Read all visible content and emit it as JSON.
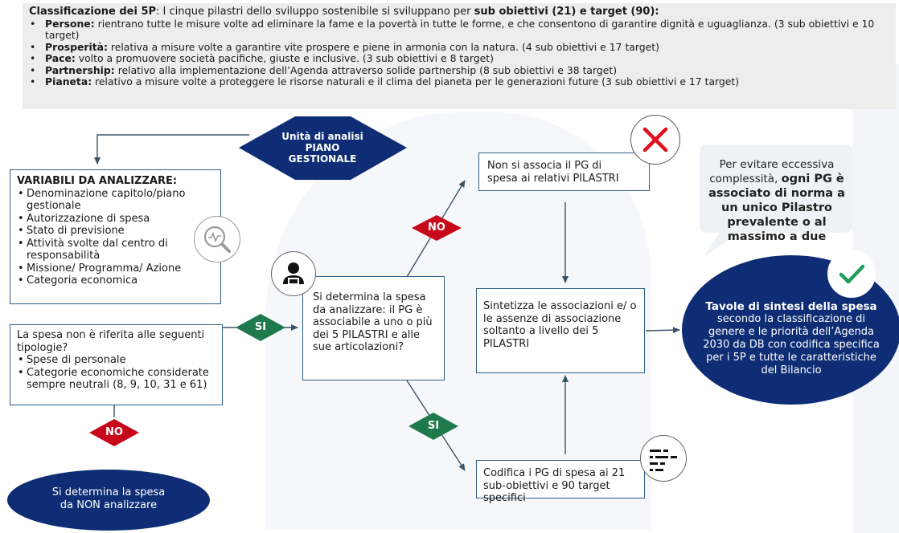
{
  "info": {
    "title_strong": "Classificazione dei 5P",
    "title_mid": ": I cinque pilastri dello sviluppo sostenibile si sviluppano per ",
    "title_strong2": "sub obiettivi (21) e target (90):",
    "items": [
      {
        "head": "Persone:",
        "text": " rientrano tutte le misure volte ad eliminare la fame e la povertà in tutte le forme, e che consentono di garantire dignità e uguaglianza. (3 sub obiettivi e 10 target)"
      },
      {
        "head": "Prosperità:",
        "text": " relativa a misure volte a garantire vite prospere e piene in armonia con la natura. (4 sub obiettivi e 17 target)"
      },
      {
        "head": "Pace:",
        "text": " volto a promuovere società pacifiche, giuste e inclusive. (3 sub obiettivi e 8 target)"
      },
      {
        "head": "Partnership:",
        "text": " relativo alla implementazione dell’Agenda attraverso solide partnership (8 sub obiettivi e 38 target)"
      },
      {
        "head": "Pianeta:",
        "text": " relativo a misure volte a proteggere le risorse naturali e il clima del pianeta per le generazioni future (3 sub obiettivi e 17 target)"
      }
    ]
  },
  "unit": {
    "line1": "Unità di analisi",
    "line2": "PIANO",
    "line3": "GESTIONALE"
  },
  "variables": {
    "title": "VARIABILI DA ANALIZZARE:",
    "items": [
      "Denominazione capitolo/piano gestionale",
      "Autorizzazione di spesa",
      "Stato di previsione",
      "Attività svolte dal centro di responsabilità",
      "Missione/ Programma/ Azione",
      "Categoria economica"
    ]
  },
  "exclusion": {
    "text": "La spesa non è riferita alle seguenti tipologie?",
    "items": [
      "Spese di personale",
      "Categorie economiche considerate sempre neutrali (8, 9, 10, 31 e 61)"
    ]
  },
  "determine": {
    "text": "Si determina la spesa da analizzare: il PG è associabile a uno o più dei 5 PILASTRI e alle sue articolazioni?"
  },
  "no_assoc": {
    "text": "Non si associa il PG di spesa ai relativi PILASTRI"
  },
  "synth": {
    "text": "Sintetizza le associazioni e/ o le assenze di associazione soltanto a livello dei 5 PILASTRI"
  },
  "codifica": {
    "text": "Codifica i PG di spesa ai 21 sub-obiettivi e 90 target specifici"
  },
  "note": {
    "pre": "Per evitare eccessiva complessità, ",
    "strong": "ogni PG è associato di norma a un unico Pilastro prevalente o al massimo a due"
  },
  "labels": {
    "si": "SI",
    "no": "NO"
  },
  "not_analyze": {
    "text": "Si determina la spesa da NON analizzare"
  },
  "tavole": {
    "title": "Tavole di sintesi della spesa",
    "text": "secondo la classificazione di genere e le priorità dell’Agenda 2030 da DB con codifica specifica per i 5P e tutte le caratteristiche del Bilancio"
  },
  "colors": {
    "navy": "#0e2d74",
    "green": "#1e7a4c",
    "red": "#c6081a",
    "box_border": "#2e5f8a",
    "arrow": "#3c5366"
  }
}
